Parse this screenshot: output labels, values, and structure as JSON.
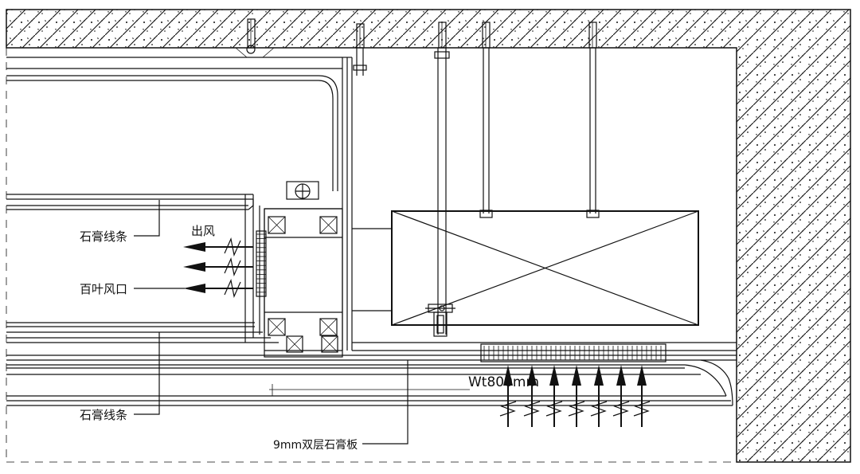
{
  "labels": {
    "plaster_line_top": "石膏线条",
    "air_out": "出风",
    "louver_vent": "百叶风口",
    "plaster_line_bottom": "石膏线条",
    "double_gypsum_board": "9mm双层石膏板",
    "dimension_text": "Wt800mm"
  },
  "colors": {
    "line": "#111111",
    "background": "#ffffff",
    "concrete_fill": "#ffffff"
  }
}
